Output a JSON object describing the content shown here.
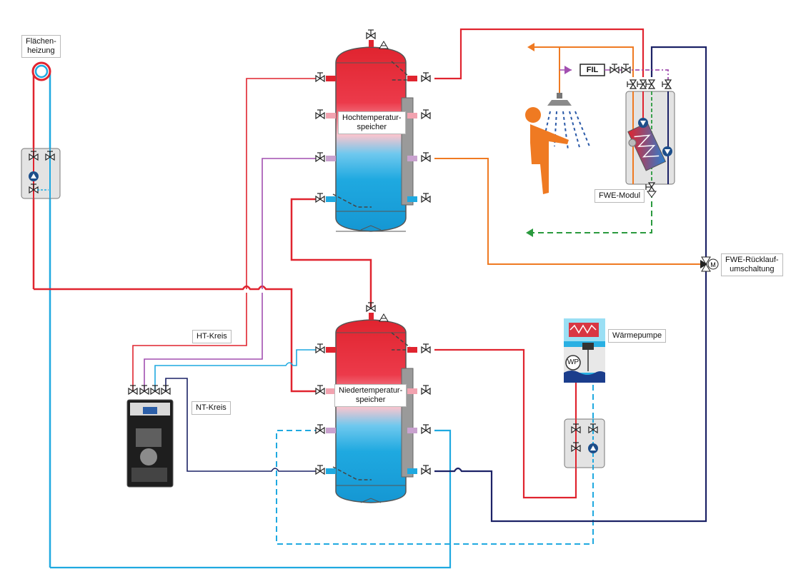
{
  "labels": {
    "floor_heating_line1": "Flächen-",
    "floor_heating_line2": "heizung",
    "ht_tank_line1": "Hochtemperatur-",
    "ht_tank_line2": "speicher",
    "nt_tank_line1": "Niedertemperatur-",
    "nt_tank_line2": "speicher",
    "ht_circuit": "HT-Kreis",
    "nt_circuit": "NT-Kreis",
    "fwe_module": "FWE-Modul",
    "heat_pump": "Wärmepumpe",
    "fwe_return_line1": "FWE-Rücklauf-",
    "fwe_return_line2": "umschaltung",
    "filter": "FIL",
    "wp": "WP"
  },
  "colors": {
    "hot": "#e0242f",
    "cold": "#1fa9e0",
    "warm_pink": "#f2a3b0",
    "return_purple": "#a24fb0",
    "dhw_orange": "#ef7a22",
    "cold_water_green": "#2a9a3e",
    "navy": "#1c2266",
    "light_blue_line": "#29a6d8",
    "pump_blue": "#1d4e8a"
  },
  "icons": [
    "pump-icon",
    "valve-icon",
    "motor-valve-icon",
    "shower-icon",
    "person-icon",
    "heat-exchanger-icon",
    "filter-icon",
    "air-vent-icon",
    "safety-valve-icon"
  ]
}
